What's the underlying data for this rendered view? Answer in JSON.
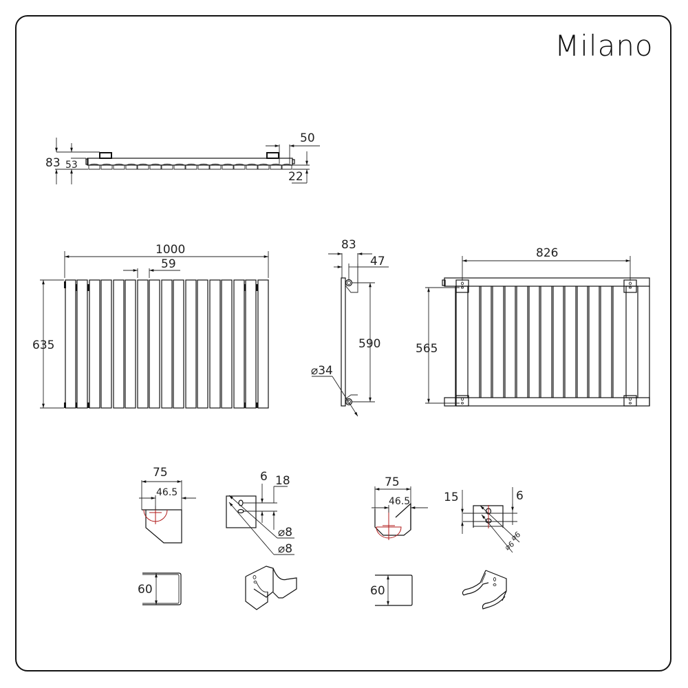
{
  "brand": {
    "name": "Milano"
  },
  "colors": {
    "line": "#111111",
    "centerline": "#b01a1a",
    "background": "#ffffff"
  },
  "top_view": {
    "dim_total_depth": "83",
    "dim_panel_depth": "53",
    "dim_bracket_offset": "50",
    "dim_pipe_offset": "22"
  },
  "front_view": {
    "dim_width": "1000",
    "dim_column_pitch": "59",
    "dim_height": "635",
    "column_count": 17
  },
  "side_view": {
    "dim_depth": "83",
    "dim_wall_offset": "47",
    "dim_pipe_centers": "590",
    "dim_pipe_diameter": "⌀34"
  },
  "rear_view": {
    "dim_bracket_spacing_h": "826",
    "dim_bracket_spacing_v": "565"
  },
  "bracket_a": {
    "dim_width": "75",
    "dim_center": "46.5",
    "dim_slot_1": "6",
    "dim_slot_2": "18",
    "dim_hole_1": "⌀8",
    "dim_hole_2": "⌀8",
    "dim_height": "60"
  },
  "bracket_b": {
    "dim_width": "75",
    "dim_center": "46.5",
    "dim_spacing": "15",
    "dim_slot": "6",
    "dim_hole_1": "⌀6",
    "dim_hole_2": "⌀6",
    "dim_height": "60"
  }
}
